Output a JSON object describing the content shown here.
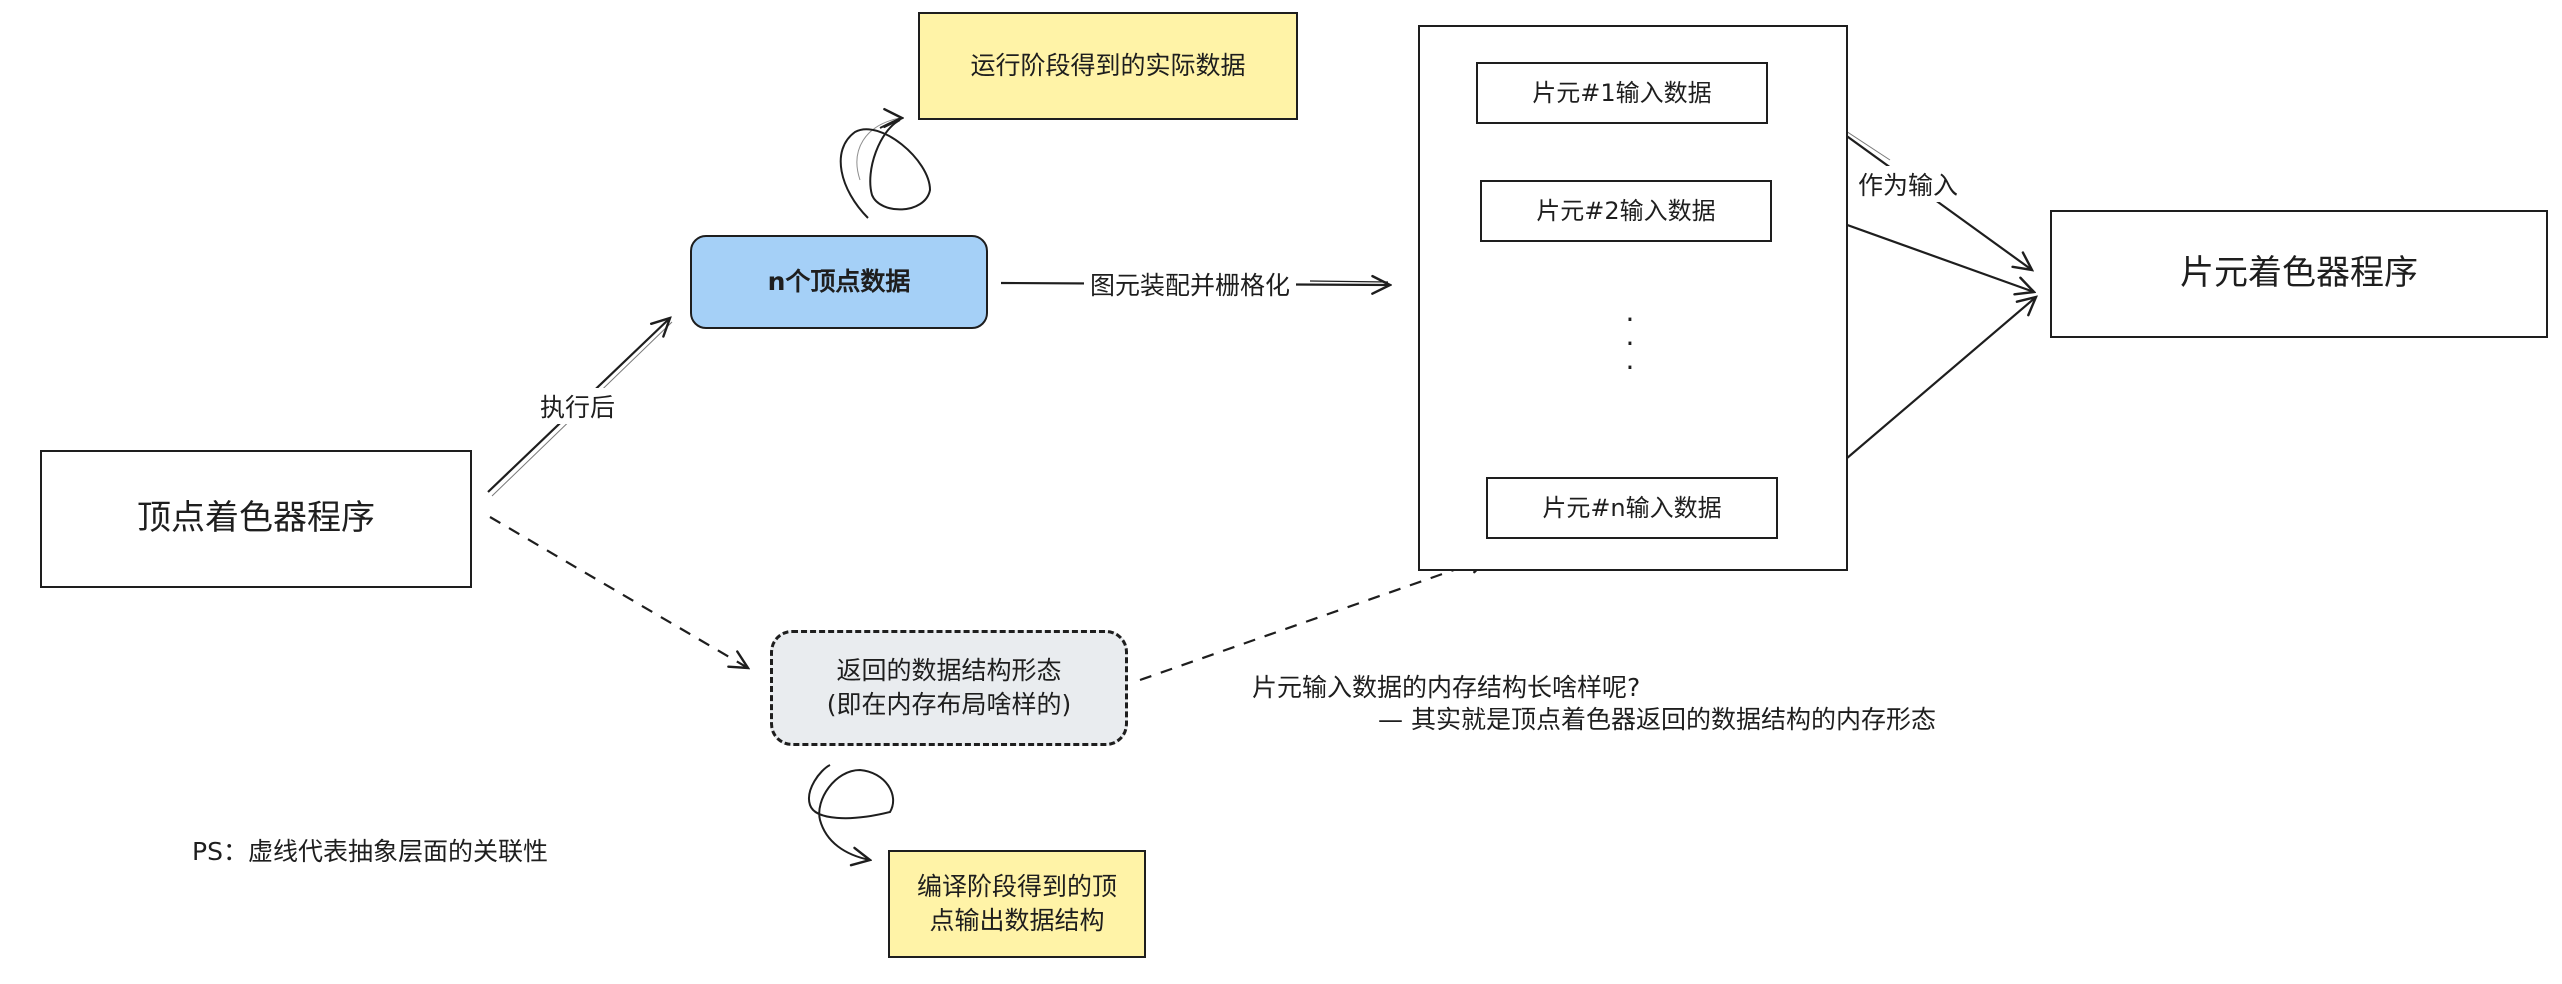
{
  "nodes": {
    "vertex_shader": "顶点着色器程序",
    "n_vertices": "n个顶点数据",
    "runtime_data": "运行阶段得到的实际数据",
    "return_struct_line1": "返回的数据结构形态",
    "return_struct_line2": "(即在内存布局啥样的)",
    "compile_struct_line1": "编译阶段得到的顶",
    "compile_struct_line2": "点输出数据结构",
    "frag_1": "片元#1输入数据",
    "frag_2": "片元#2输入数据",
    "frag_ellipsis": "·\n·\n·",
    "frag_n": "片元#n输入数据",
    "fragment_shader": "片元着色器程序"
  },
  "edge_labels": {
    "after_exec": "执行后",
    "assemble_rasterize": "图元装配并栅格化",
    "as_input": "作为输入"
  },
  "notes": {
    "question": "片元输入数据的内存结构长啥样呢?",
    "answer": "—  其实就是顶点着色器返回的数据结构的内存形态",
    "ps": "PS：虚线代表抽象层面的关联性"
  },
  "colors": {
    "stroke": "#1e1e1e",
    "blue_fill": "#a5d0f7",
    "yellow_fill": "#fff3a7",
    "gray_fill": "#e9ecef"
  }
}
